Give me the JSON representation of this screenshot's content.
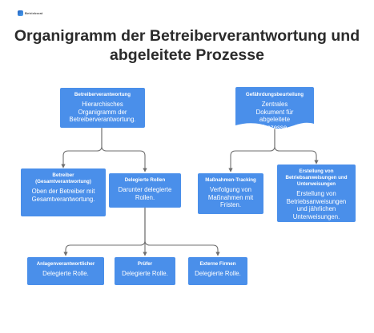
{
  "brand": {
    "name": "Betriebsrat",
    "icon": "logo-icon"
  },
  "title_line1": "Organigramm der Betreiberverantwortung und",
  "title_line2": "abgeleitete Prozesse",
  "colors": {
    "node": "#4a8fea",
    "line": "#6f6f6f",
    "title": "#2b2b2b"
  },
  "nodes": {
    "betreiberverantwortung": {
      "title": "Betreiberverantwortung",
      "text": "Hierarchisches Organigramm der Betreiberverantwortung."
    },
    "betreiber": {
      "title": "Betreiber (Gesamtverantwortung)",
      "text": "Oben der Betreiber mit Gesamtverantwortung."
    },
    "delegierte_rollen": {
      "title": "Delegierte Rollen",
      "text": "Darunter delegierte Rollen."
    },
    "anlagenverantwortlicher": {
      "title": "Anlagenverantwortlicher",
      "text": "Delegierte Rolle."
    },
    "pruefer": {
      "title": "Prüfer",
      "text": "Delegierte Rolle."
    },
    "externe_firmen": {
      "title": "Externe Firmen",
      "text": "Delegierte Rolle."
    },
    "gefaehrdungsbeurteilung": {
      "title": "Gefährdungsbeurteilung",
      "text": "Zentrales Dokument für abgeleitete Prozesse."
    },
    "massnahmen_tracking": {
      "title": "Maßnahmen-Tracking",
      "text": "Verfolgung von Maßnahmen mit Fristen."
    },
    "betriebsanweisungen": {
      "title": "Erstellung von Betriebsanweisungen und Unterweisungen",
      "text": "Erstellung von Betriebsanweisungen und jährlichen Unterweisungen."
    }
  }
}
